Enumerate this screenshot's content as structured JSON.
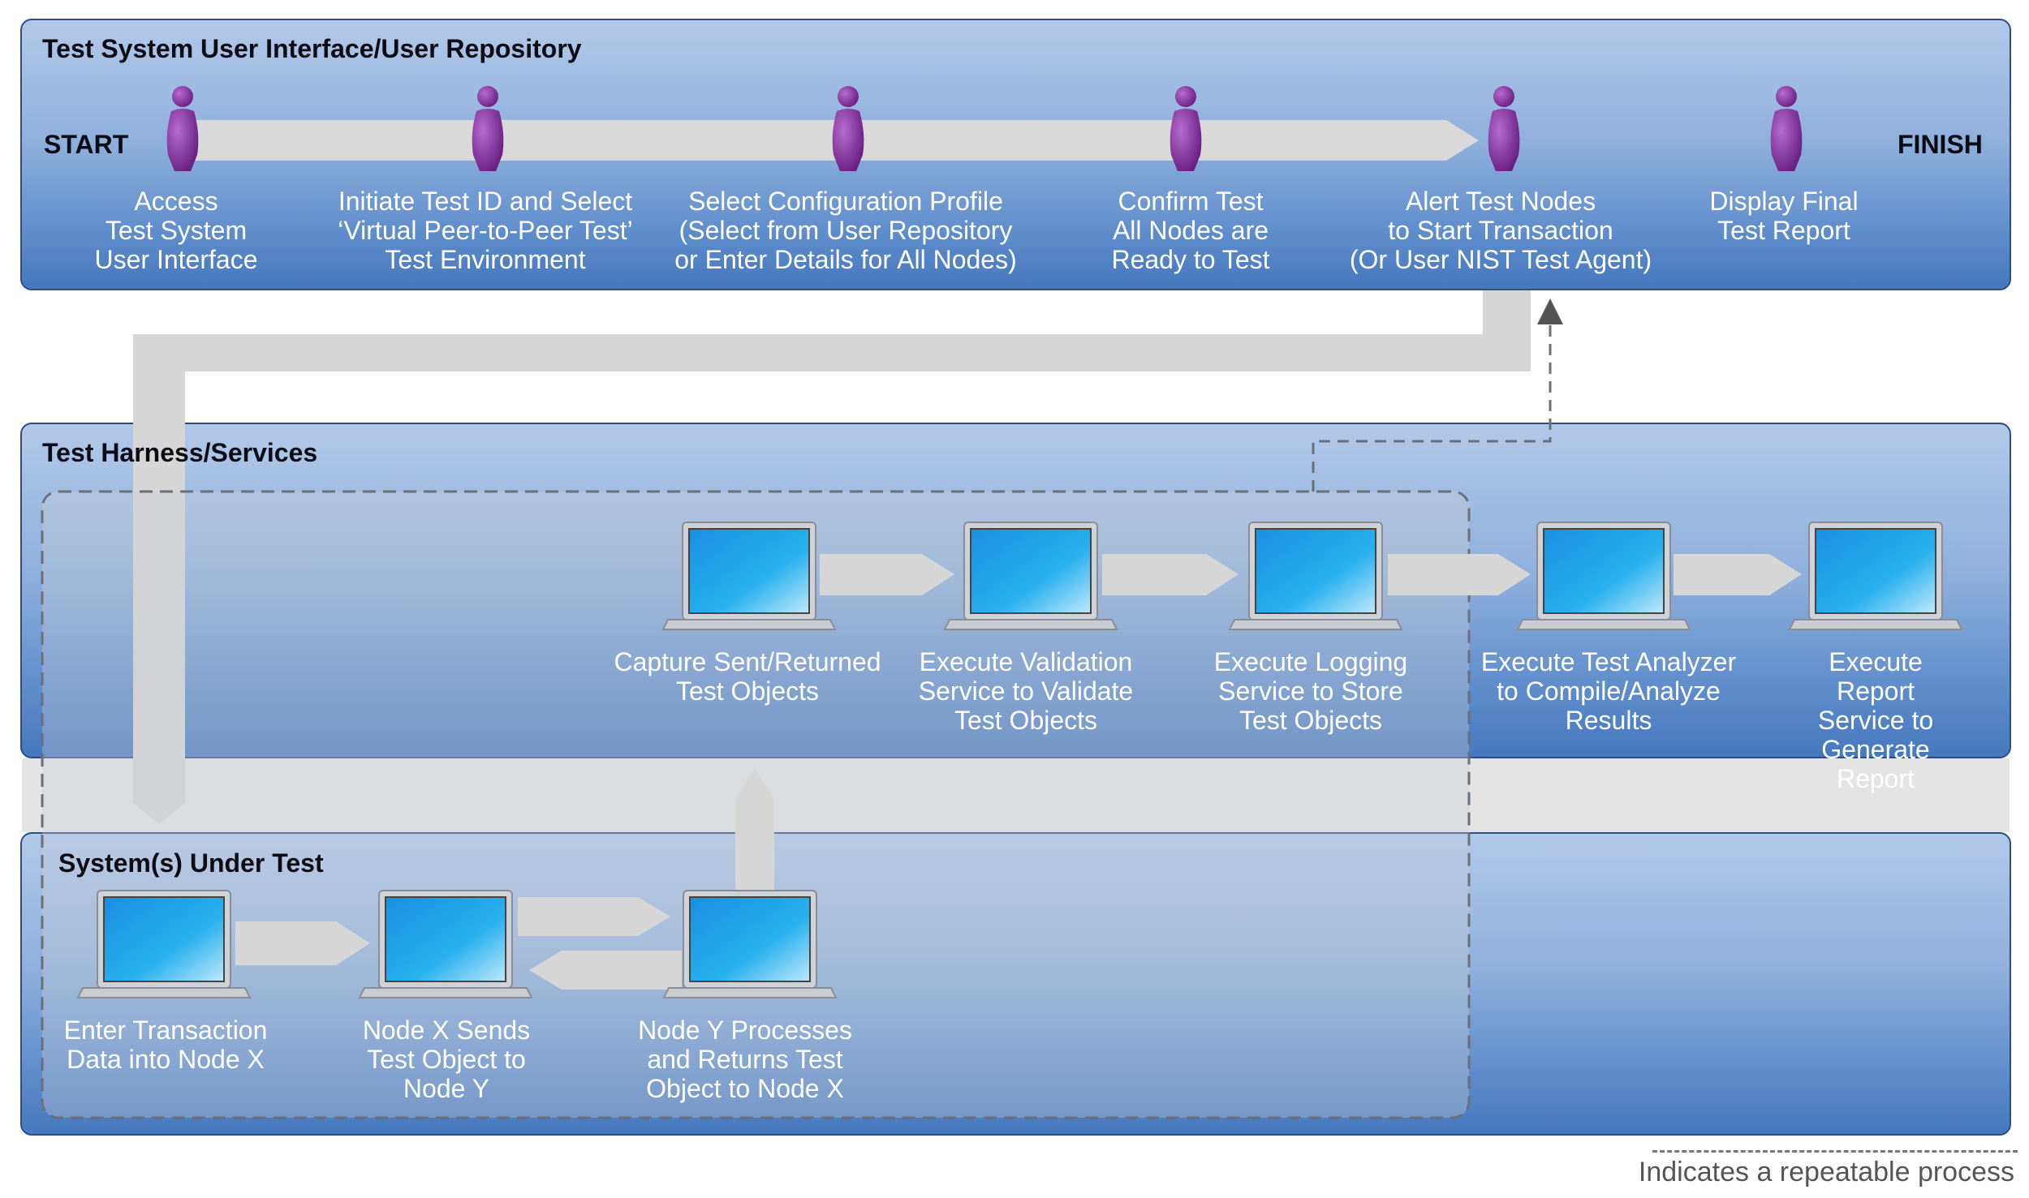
{
  "top_panel": {
    "title": "Test System User Interface/User Repository",
    "start": "START",
    "finish": "FINISH",
    "steps": [
      {
        "icon": "person-icon",
        "label": "Access\nTest System\nUser Interface"
      },
      {
        "icon": "person-icon",
        "label": "Initiate Test ID and Select\n‘Virtual Peer-to-Peer Test’\nTest Environment"
      },
      {
        "icon": "person-icon",
        "label": "Select Configuration Profile\n(Select from User Repository\nor Enter Details for All Nodes)"
      },
      {
        "icon": "person-icon",
        "label": "Confirm Test\nAll Nodes are\nReady to Test"
      },
      {
        "icon": "person-icon",
        "label": "Alert Test Nodes\nto Start Transaction\n(Or User NIST Test Agent)"
      },
      {
        "icon": "person-icon",
        "label": "Display Final\nTest Report"
      }
    ]
  },
  "harness_panel": {
    "title": "Test Harness/Services",
    "steps": [
      {
        "icon": "laptop-icon",
        "label": "Capture Sent/Returned\nTest Objects"
      },
      {
        "icon": "laptop-icon",
        "label": "Execute Validation\nService to Validate\nTest Objects"
      },
      {
        "icon": "laptop-icon",
        "label": "Execute Logging\nService to Store\nTest Objects"
      },
      {
        "icon": "laptop-icon",
        "label": "Execute Test Analyzer\nto Compile/Analyze\nResults"
      },
      {
        "icon": "laptop-icon",
        "label": "Execute Report\nService to\nGenerate Report"
      }
    ]
  },
  "sut_panel": {
    "title": "System(s) Under Test",
    "steps": [
      {
        "icon": "laptop-icon",
        "label": "Enter Transaction\nData into Node X"
      },
      {
        "icon": "laptop-icon",
        "label": "Node X Sends\nTest Object to\nNode Y"
      },
      {
        "icon": "laptop-icon",
        "label": "Node Y Processes\nand Returns Test\nObject to Node X"
      }
    ]
  },
  "legend": {
    "text": "Indicates a repeatable process"
  },
  "colors": {
    "panel_top": "#b2c8e8",
    "panel_bottom": "#4678be",
    "panel_border": "#2c4d86",
    "arrow_fill": "#d8d8d8",
    "person_purple": "#7a2a96",
    "screen_blue": "#1fa2e6"
  }
}
